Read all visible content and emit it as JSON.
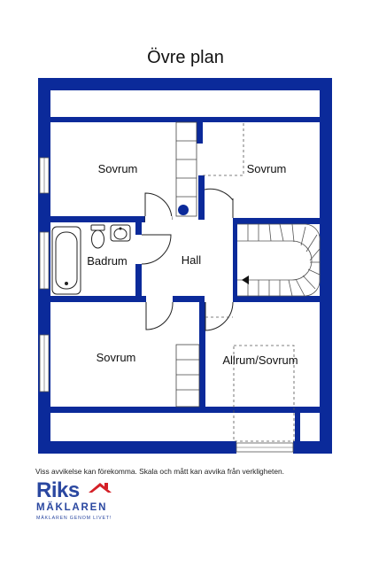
{
  "title": "Övre plan",
  "rooms": {
    "sovrum_top_left": "Sovrum",
    "sovrum_top_right": "Sovrum",
    "badrum": "Badrum",
    "hall": "Hall",
    "sovrum_bottom_left": "Sovrum",
    "allrum_sovrum": "Allrum/Sovrum"
  },
  "disclaimer": "Viss avvikelse kan förekomma. Skala och mått kan avvika från verkligheten.",
  "logo": {
    "brand": "Riks",
    "name": "MÄKLAREN",
    "tagline": "MÄKLAREN GENOM LIVET!",
    "icon": "house-roof-icon"
  },
  "colors": {
    "wall": "#0b2a9a",
    "fixture": "#222222",
    "logo_blue": "#2a47a0",
    "logo_red": "#d42027"
  }
}
